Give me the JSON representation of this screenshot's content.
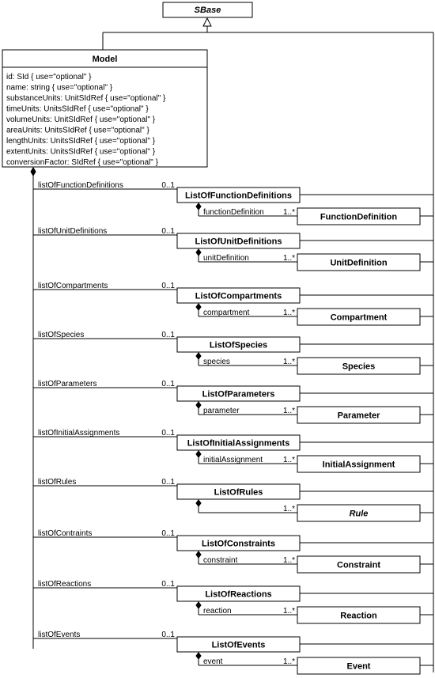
{
  "sbase": {
    "label": "SBase"
  },
  "model": {
    "title": "Model",
    "attributes": [
      "id: SId  { use=\"optional\" }",
      "name: string  { use=\"optional\" }",
      "substanceUnits: UnitSIdRef  { use=\"optional\" }",
      "timeUnits: UnitsSIdRef  { use=\"optional\" }",
      "volumeUnits: UnitSIdRef  { use=\"optional\" }",
      "areaUnits: UnitsSIdRef  { use=\"optional\" }",
      "lengthUnits: UnitsSIdRef  { use=\"optional\" }",
      "extentUnits: UnitsSIdRef  { use=\"optional\" }",
      "conversionFactor: SIdRef  { use=\"optional\" }"
    ]
  },
  "groups": [
    {
      "role": "listOfFunctionDefinitions",
      "mult": "0..1",
      "list": "ListOfFunctionDefinitions",
      "childRole": "functionDefinition",
      "childMult": "1..*",
      "child": "FunctionDefinition",
      "italic": false
    },
    {
      "role": "listOfUnitDefinitions",
      "mult": "0..1",
      "list": "ListOfUnitDefinitions",
      "childRole": "unitDefinition",
      "childMult": "1..*",
      "child": "UnitDefinition",
      "italic": false
    },
    {
      "role": "listOfCompartments",
      "mult": "0..1",
      "list": "ListOfCompartments",
      "childRole": "compartment",
      "childMult": "1..*",
      "child": "Compartment",
      "italic": false
    },
    {
      "role": "listOfSpecies",
      "mult": "0..1",
      "list": "ListOfSpecies",
      "childRole": "species",
      "childMult": "1..*",
      "child": "Species",
      "italic": false
    },
    {
      "role": "listOfParameters",
      "mult": "0..1",
      "list": "ListOfParameters",
      "childRole": "parameter",
      "childMult": "1..*",
      "child": "Parameter",
      "italic": false
    },
    {
      "role": "listOfInitialAssignments",
      "mult": "0..1",
      "list": "ListOfInitialAssignments",
      "childRole": "initialAssignment",
      "childMult": "1..*",
      "child": "InitialAssignment",
      "italic": false
    },
    {
      "role": "listOfRules",
      "mult": "0..1",
      "list": "ListOfRules",
      "childRole": "",
      "childMult": "1..*",
      "child": "Rule",
      "italic": true
    },
    {
      "role": "listOfContraints",
      "mult": "0..1",
      "list": "ListOfConstraints",
      "childRole": "constraint",
      "childMult": "1..*",
      "child": "Constraint",
      "italic": false
    },
    {
      "role": "listOfReactions",
      "mult": "0..1",
      "list": "ListOfReactions",
      "childRole": "reaction",
      "childMult": "1..*",
      "child": "Reaction",
      "italic": false
    },
    {
      "role": "listOfEvents",
      "mult": "0..1",
      "list": "ListOfEvents",
      "childRole": "event",
      "childMult": "1..*",
      "child": "Event",
      "italic": false
    }
  ]
}
